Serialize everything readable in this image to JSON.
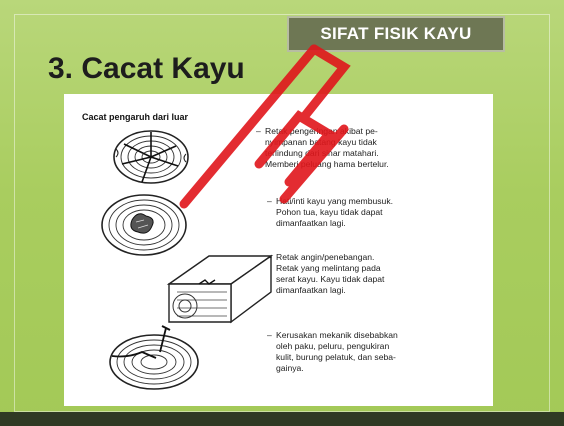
{
  "slide": {
    "badge": "SIFAT FISIK KAYU",
    "title": "3. Cacat Kayu"
  },
  "content": {
    "subheading": "Cacat pengaruh dari luar",
    "items": [
      {
        "dash": "–",
        "lines": [
          "Retak pengeringan akibat pe-",
          "nyimpanan batang kayu tidak",
          "terlindung dari sinar matahari.",
          "Memberi peluang hama bertelur."
        ]
      },
      {
        "dash": "–",
        "lines": [
          "Hati/inti kayu yang membusuk.",
          "Pohon tua, kayu tidak dapat",
          "dimanfaatkan lagi."
        ]
      },
      {
        "dash": "–",
        "lines": [
          "Retak angin/penebangan.",
          "Retak yang melintang pada",
          "serat kayu. Kayu tidak dapat",
          "dimanfaatkan lagi."
        ]
      },
      {
        "dash": "–",
        "lines": [
          "Kerusakan mekanik disebabkan",
          "oleh paku, peluru, pengukiran",
          "kulit, burung pelatuk, dan seba-",
          "gainya."
        ]
      }
    ],
    "illustrations": [
      "wood-cross-section-drying-cracks",
      "wood-cross-section-rotten-core",
      "wood-log-block-wind-crack",
      "wood-cross-section-nail-damage"
    ]
  },
  "colors": {
    "slide_green": "#a9cd5f",
    "badge_bg": "#6e7754",
    "watermark": "#e0161b"
  }
}
